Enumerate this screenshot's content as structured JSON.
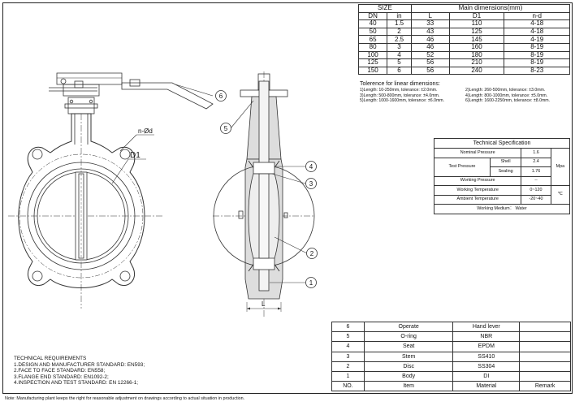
{
  "dim_table": {
    "size_label": "SIZE",
    "main_label": "Main dimensions(mm)",
    "columns": [
      "DN",
      "in",
      "L",
      "D1",
      "n-d"
    ],
    "rows": [
      [
        "40",
        "1.5",
        "33",
        "110",
        "4-18"
      ],
      [
        "50",
        "2",
        "43",
        "125",
        "4-18"
      ],
      [
        "65",
        "2.5",
        "46",
        "145",
        "4-19"
      ],
      [
        "80",
        "3",
        "46",
        "160",
        "8-19"
      ],
      [
        "100",
        "4",
        "52",
        "180",
        "8-19"
      ],
      [
        "125",
        "5",
        "56",
        "210",
        "8-19"
      ],
      [
        "150",
        "6",
        "56",
        "240",
        "8-23"
      ]
    ]
  },
  "tolerance": {
    "title": "Tolerence for linear dimensions:",
    "items": [
      "1)Length: 10-250mm, tolerance: ±2.0mm.",
      "2)Length: 260-500mm, tolerance: ±3.0mm.",
      "3)Length: 500-800mm, tolerance: ±4.0mm.",
      "4)Length: 800-1000mm, tolerance: ±5.0mm.",
      "5)Length: 1000-1600mm, tolerance: ±6.0mm.",
      "6)Length: 1600-2250mm, tolerance: ±8.0mm."
    ]
  },
  "spec": {
    "title": "Technical  Specification",
    "nominal_label": "Nominal Pressure",
    "nominal_value": "1.6",
    "test_label": "Test Pressure",
    "shell_label": "Shell",
    "shell_value": "2.4",
    "sealing_label": "Sealing",
    "sealing_value": "1.76",
    "pressure_unit": "Mpa",
    "working_pressure_label": "Working Pressure",
    "working_pressure_value": "--",
    "working_temp_label": "Working Temperature",
    "working_temp_value": "0~120",
    "ambient_temp_label": "Ambient Temperature",
    "ambient_temp_value": "-20~40",
    "temp_unit": "℃",
    "medium_label": "Working Medium：",
    "medium_value": "Water"
  },
  "bom": {
    "rows": [
      [
        "6",
        "Operate",
        "Hand lever",
        ""
      ],
      [
        "5",
        "O-ring",
        "NBR",
        ""
      ],
      [
        "4",
        "Seat",
        "EPDM",
        ""
      ],
      [
        "3",
        "Stem",
        "SS410",
        ""
      ],
      [
        "2",
        "Disc",
        "SS304",
        ""
      ],
      [
        "1",
        "Body",
        "DI",
        ""
      ]
    ],
    "header": [
      "NO.",
      "Item",
      "Material",
      "Remark"
    ]
  },
  "tech_requirements": {
    "title": "TECHNICAL REQUIREMENTS",
    "items": [
      "1.DESIGN AND MANUFACTURER STANDARD: EN593;",
      "2.FACE TO FACE STANDARD: EN558;",
      "3.FLANGE END STANDARD: EN1092-2;",
      "4.INSPECTION AND TEST STANDARD: EN 12266-1;"
    ]
  },
  "note": "Note: Manufacturing plant keeps the right for reasonable adjustment on drawings according to actual situation in production.",
  "drawing": {
    "label_d1": "D1",
    "label_nd": "n-Ød",
    "label_l": "L",
    "callouts": [
      "1",
      "2",
      "3",
      "4",
      "5",
      "6"
    ]
  }
}
